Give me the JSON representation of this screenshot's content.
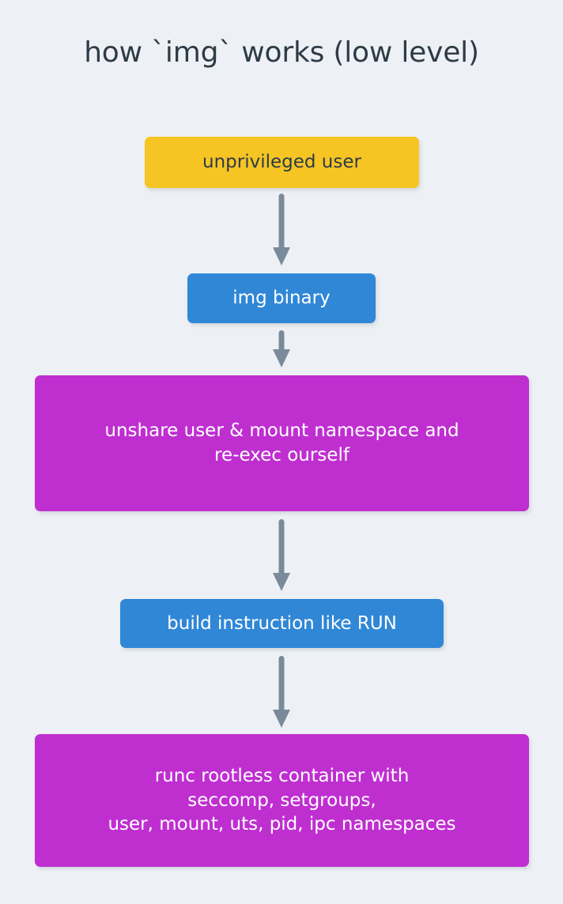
{
  "diagram": {
    "title": "how `img` works (low level)",
    "background_color": "#edf1f5",
    "title_color": "#2e3b47",
    "arrow_color": "#7b8a9a",
    "nodes": [
      {
        "id": "unprivileged-user",
        "label": "unprivileged user",
        "color": "#f6c524",
        "text_color": "#2e3b47",
        "shape": "rounded-rect"
      },
      {
        "id": "img-binary",
        "label": "img binary",
        "color": "#3087d6",
        "text_color": "#ffffff",
        "shape": "rounded-rect"
      },
      {
        "id": "unshare",
        "label": "unshare user & mount namespace and\nre-exec ourself",
        "color": "#bf2fd0",
        "text_color": "#ffffff",
        "shape": "rounded-rect"
      },
      {
        "id": "build-instruction",
        "label": "build instruction like RUN",
        "color": "#3087d6",
        "text_color": "#ffffff",
        "shape": "rounded-rect"
      },
      {
        "id": "runc",
        "label": "runc rootless container with\nseccomp, setgroups,\nuser, mount, uts, pid, ipc namespaces",
        "color": "#bf2fd0",
        "text_color": "#ffffff",
        "shape": "rounded-rect"
      }
    ],
    "edges": [
      {
        "id": "edge-1",
        "from": "unprivileged-user",
        "to": "img-binary",
        "style": "arrow-down"
      },
      {
        "id": "edge-2",
        "from": "img-binary",
        "to": "unshare",
        "style": "arrow-down"
      },
      {
        "id": "edge-3",
        "from": "unshare",
        "to": "build-instruction",
        "style": "arrow-down"
      },
      {
        "id": "edge-4",
        "from": "build-instruction",
        "to": "runc",
        "style": "arrow-down"
      }
    ]
  }
}
